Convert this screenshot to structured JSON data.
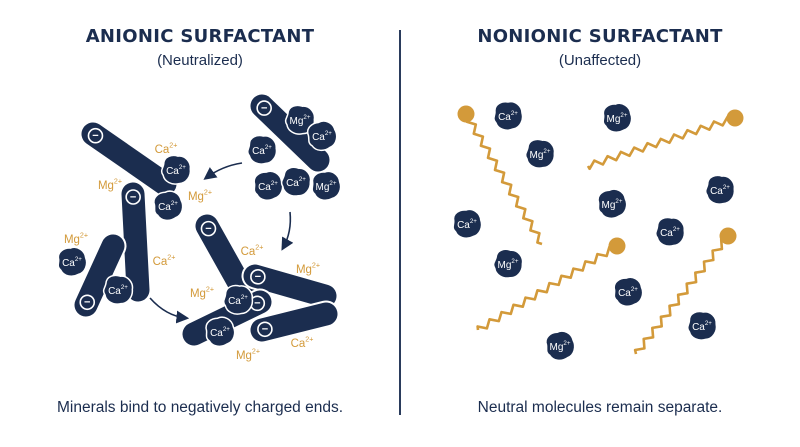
{
  "panels": {
    "left": {
      "title": "ANIONIC SURFACTANT",
      "subtitle": "(Neutralized)",
      "caption": "Minerals bind to negatively charged ends."
    },
    "right": {
      "title": "NONIONIC SURFACTANT",
      "subtitle": "(Unaffected)",
      "caption": "Neutral molecules remain separate."
    }
  },
  "ions": {
    "ca": {
      "symbol": "Ca",
      "charge": "2+"
    },
    "mg": {
      "symbol": "Mg",
      "charge": "2+"
    }
  },
  "charge_symbol": "−",
  "colors": {
    "navy": "#1b2d4f",
    "gold": "#d39a3a",
    "text": "#1b2d4f"
  }
}
